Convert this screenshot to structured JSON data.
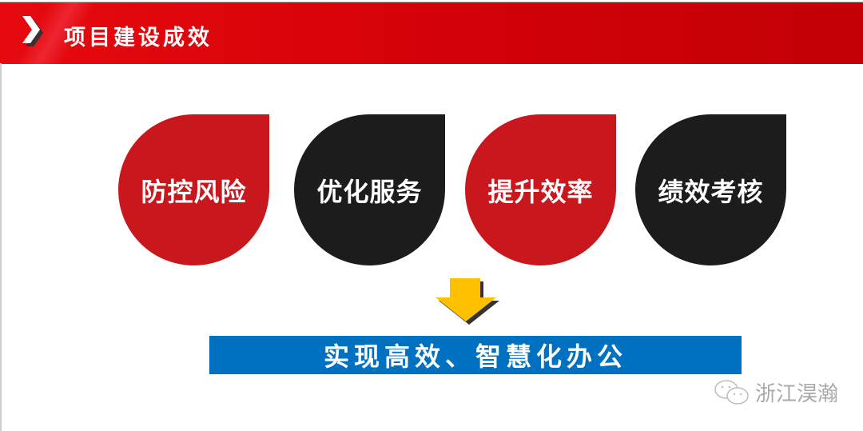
{
  "header": {
    "title": "项目建设成效"
  },
  "items": [
    {
      "label": "防控风险",
      "color": "red"
    },
    {
      "label": "优化服务",
      "color": "black"
    },
    {
      "label": "提升效率",
      "color": "red"
    },
    {
      "label": "绩效考核",
      "color": "black"
    }
  ],
  "result": {
    "label": "实现高效、智慧化办公"
  },
  "watermark": {
    "text": "浙江淏瀚"
  },
  "colors": {
    "red": "#c8181e",
    "black": "#1c1c1c",
    "blue": "#0070c0",
    "arrow": "#ffc000"
  }
}
